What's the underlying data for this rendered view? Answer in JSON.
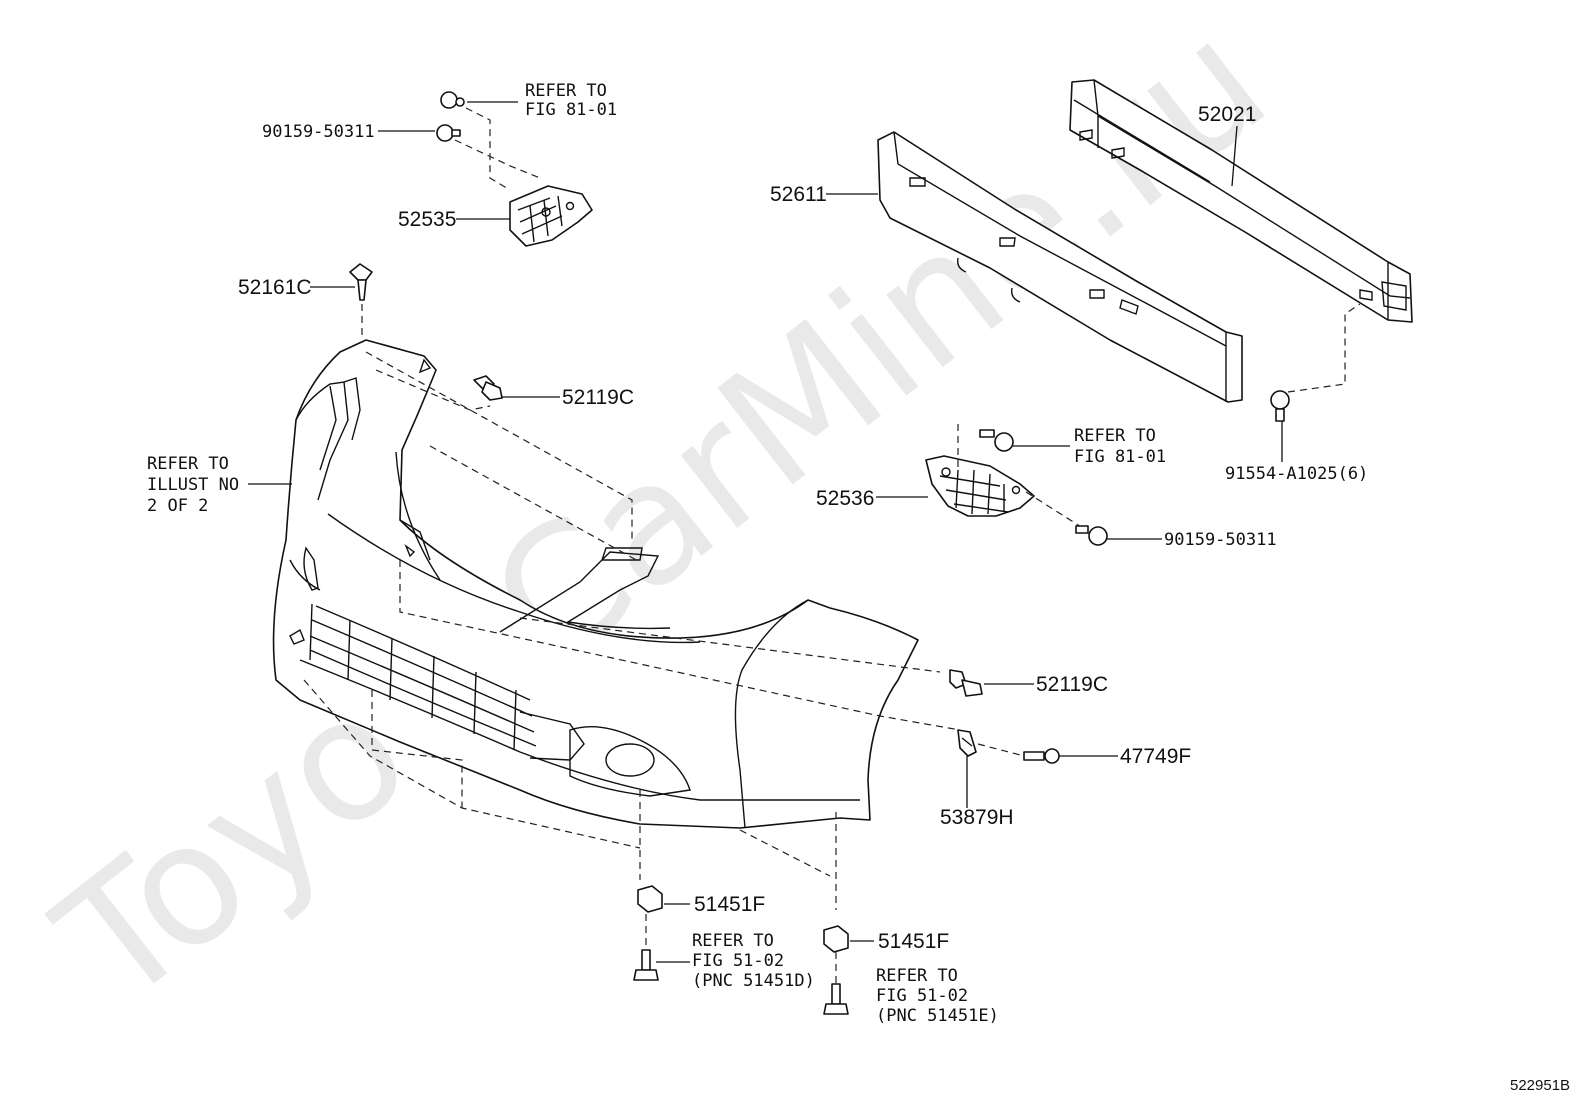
{
  "watermark": "ToyotaCarMine.ru",
  "illustration_code": "522951B",
  "callouts": [
    {
      "id": "refer-fig-81-01-top",
      "lines": [
        "REFER TO",
        "FIG 81-01"
      ]
    },
    {
      "id": "pn-90159-50311-top",
      "lines": [
        "90159-50311"
      ]
    },
    {
      "id": "pn-52535",
      "lines": [
        "52535"
      ]
    },
    {
      "id": "pn-52161c",
      "lines": [
        "52161C"
      ]
    },
    {
      "id": "pn-52119c-top",
      "lines": [
        "52119C"
      ]
    },
    {
      "id": "refer-illust-no",
      "lines": [
        "REFER TO",
        "ILLUST NO",
        "2 OF 2"
      ]
    },
    {
      "id": "pn-52611",
      "lines": [
        "52611"
      ]
    },
    {
      "id": "pn-52021",
      "lines": [
        "52021"
      ]
    },
    {
      "id": "refer-fig-81-01-right",
      "lines": [
        "REFER TO",
        "FIG 81-01"
      ]
    },
    {
      "id": "pn-91554-a1025",
      "lines": [
        "91554-A1025(6)"
      ]
    },
    {
      "id": "pn-52536",
      "lines": [
        "52536"
      ]
    },
    {
      "id": "pn-90159-50311-right",
      "lines": [
        "90159-50311"
      ]
    },
    {
      "id": "pn-52119c-bottom",
      "lines": [
        "52119C"
      ]
    },
    {
      "id": "pn-47749f",
      "lines": [
        "47749F"
      ]
    },
    {
      "id": "pn-53879h",
      "lines": [
        "53879H"
      ]
    },
    {
      "id": "pn-51451f-left",
      "lines": [
        "51451F"
      ]
    },
    {
      "id": "refer-fig-51-02-left",
      "lines": [
        "REFER TO",
        "FIG 51-02",
        "(PNC 51451D)"
      ]
    },
    {
      "id": "pn-51451f-right",
      "lines": [
        "51451F"
      ]
    },
    {
      "id": "refer-fig-51-02-right",
      "lines": [
        "REFER TO",
        "FIG 51-02",
        "(PNC 51451E)"
      ]
    }
  ]
}
